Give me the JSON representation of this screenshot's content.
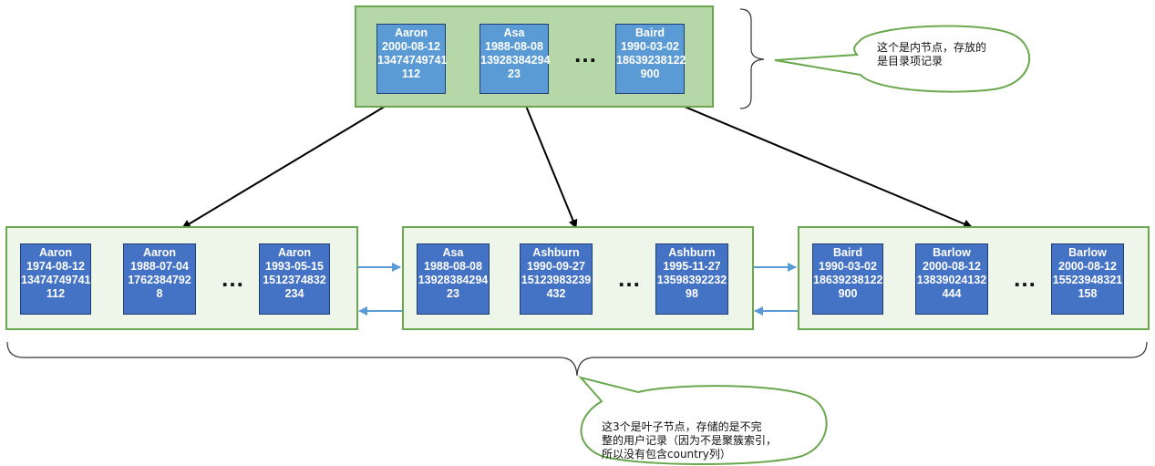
{
  "root": {
    "records": [
      {
        "name": "Aaron",
        "date": "2000-08-12",
        "phone": "13474749741",
        "id": "112"
      },
      {
        "name": "Asa",
        "date": "1988-08-08",
        "phone": "13928384294",
        "id": "23"
      },
      {
        "name": "Baird",
        "date": "1990-03-02",
        "phone": "18639238122",
        "id": "900"
      }
    ],
    "ellipsis": "…"
  },
  "leaves": [
    {
      "records": [
        {
          "name": "Aaron",
          "date": "1974-08-12",
          "phone": "13474749741",
          "id": "112"
        },
        {
          "name": "Aaron",
          "date": "1988-07-04",
          "phone": "1762384792",
          "id": "8"
        },
        {
          "name": "Aaron",
          "date": "1993-05-15",
          "phone": "1512374832",
          "id": "234"
        }
      ],
      "ellipsis": "…"
    },
    {
      "records": [
        {
          "name": "Asa",
          "date": "1988-08-08",
          "phone": "13928384294",
          "id": "23"
        },
        {
          "name": "Ashburn",
          "date": "1990-09-27",
          "phone": "15123983239",
          "id": "432"
        },
        {
          "name": "Ashburn",
          "date": "1995-11-27",
          "phone": "13598392232",
          "id": "98"
        }
      ],
      "ellipsis": "…"
    },
    {
      "records": [
        {
          "name": "Baird",
          "date": "1990-03-02",
          "phone": "18639238122",
          "id": "900"
        },
        {
          "name": "Barlow",
          "date": "2000-08-12",
          "phone": "13839024132",
          "id": "444"
        },
        {
          "name": "Barlow",
          "date": "2000-08-12",
          "phone": "15523948321",
          "id": "158"
        }
      ],
      "ellipsis": "…"
    }
  ],
  "callouts": {
    "inner": {
      "line1": "这个是内节点，存放的",
      "line2": "是目录项记录"
    },
    "leaf": {
      "line1": "这3个是叶子节点，存储的是不完",
      "line2": "整的用户记录（因为不是聚簇索引，",
      "line3": "所以没有包含country列）"
    }
  },
  "colors": {
    "node_border": "#6aa84f",
    "node_fill": "#b6d7a8",
    "leaf_fill": "#eef5e9",
    "inner_record": "#5b9bd5",
    "leaf_record": "#4472c4",
    "link_arrow": "#5b9bd5"
  }
}
